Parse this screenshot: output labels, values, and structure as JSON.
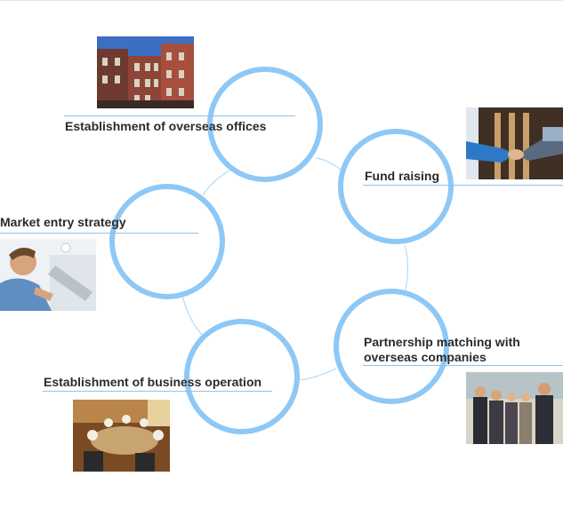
{
  "diagram": {
    "accent_color": "#8ec8f6",
    "connector_color": "#b5dcf5",
    "stages": [
      {
        "label": "Establishment of overseas offices",
        "photo": "building-icon"
      },
      {
        "label": "Fund raising",
        "photo": "handshake-icon"
      },
      {
        "label": "Partnership matching with overseas companies",
        "photo": "business-group-icon"
      },
      {
        "label": "Establishment of business operation",
        "photo": "meeting-table-icon"
      },
      {
        "label": "Market entry strategy",
        "photo": "office-worker-icon"
      }
    ]
  }
}
